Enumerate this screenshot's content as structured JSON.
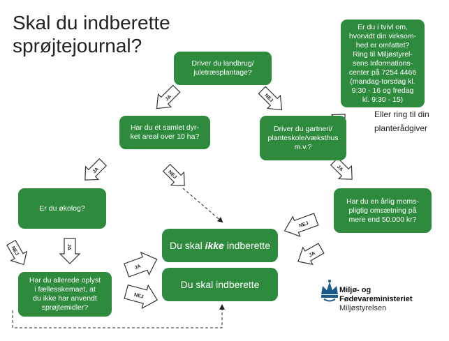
{
  "title": {
    "line1": "Skal du indberette",
    "line2": "sprøjtejournal?"
  },
  "nodes": {
    "q1": {
      "line1": "Driver du landbrug/",
      "line2": "juletræsplantage?"
    },
    "q2": {
      "line1": "Har du et samlet dyr-",
      "line2": "ket areal over 10 ha?"
    },
    "q3": {
      "line1": "Driver du gartneri/",
      "line2": "planteskole/væksthus",
      "line3": "m.v.?"
    },
    "q4": {
      "text": "Er du økolog?"
    },
    "q5": {
      "line1": "Har du en årlig moms-",
      "line2": "pligtig omsætning på",
      "line3": "mere end 50.000 kr?"
    },
    "q6": {
      "line1": "Har du allerede oplyst",
      "line2": "i fællesskemaet, at",
      "line3": "du ikke har anvendt",
      "line4": "sprøjtemidler?"
    },
    "info": {
      "line1": "Er du i tvivl om,",
      "line2": "hvorvidt din virksom-",
      "line3": "hed er omfattet?",
      "line4": "Ring til Miljøstyrel-",
      "line5": "sens Informations-",
      "line6": "center på 7254 4466",
      "line7": "(mandag-torsdag kl.",
      "line8": "9:30 - 16 og fredag",
      "line9": "kl. 9:30 - 15)"
    },
    "result_no": {
      "prefix": "Du skal ",
      "emph": "ikke",
      "suffix": " indberette"
    },
    "result_yes": {
      "text": "Du skal indberette"
    }
  },
  "note": {
    "line1": "Eller ring til din",
    "line2": "planterådgiver"
  },
  "arrow_labels": {
    "yes": "JA",
    "no": "NEJ"
  },
  "logo": {
    "line1": "Miljø- og",
    "line2": "Fødevareministeriet",
    "line3": "Miljøstyrelsen",
    "icon": "crown-icon"
  },
  "colors": {
    "box": "#2e8b3e",
    "text": "#222222"
  }
}
